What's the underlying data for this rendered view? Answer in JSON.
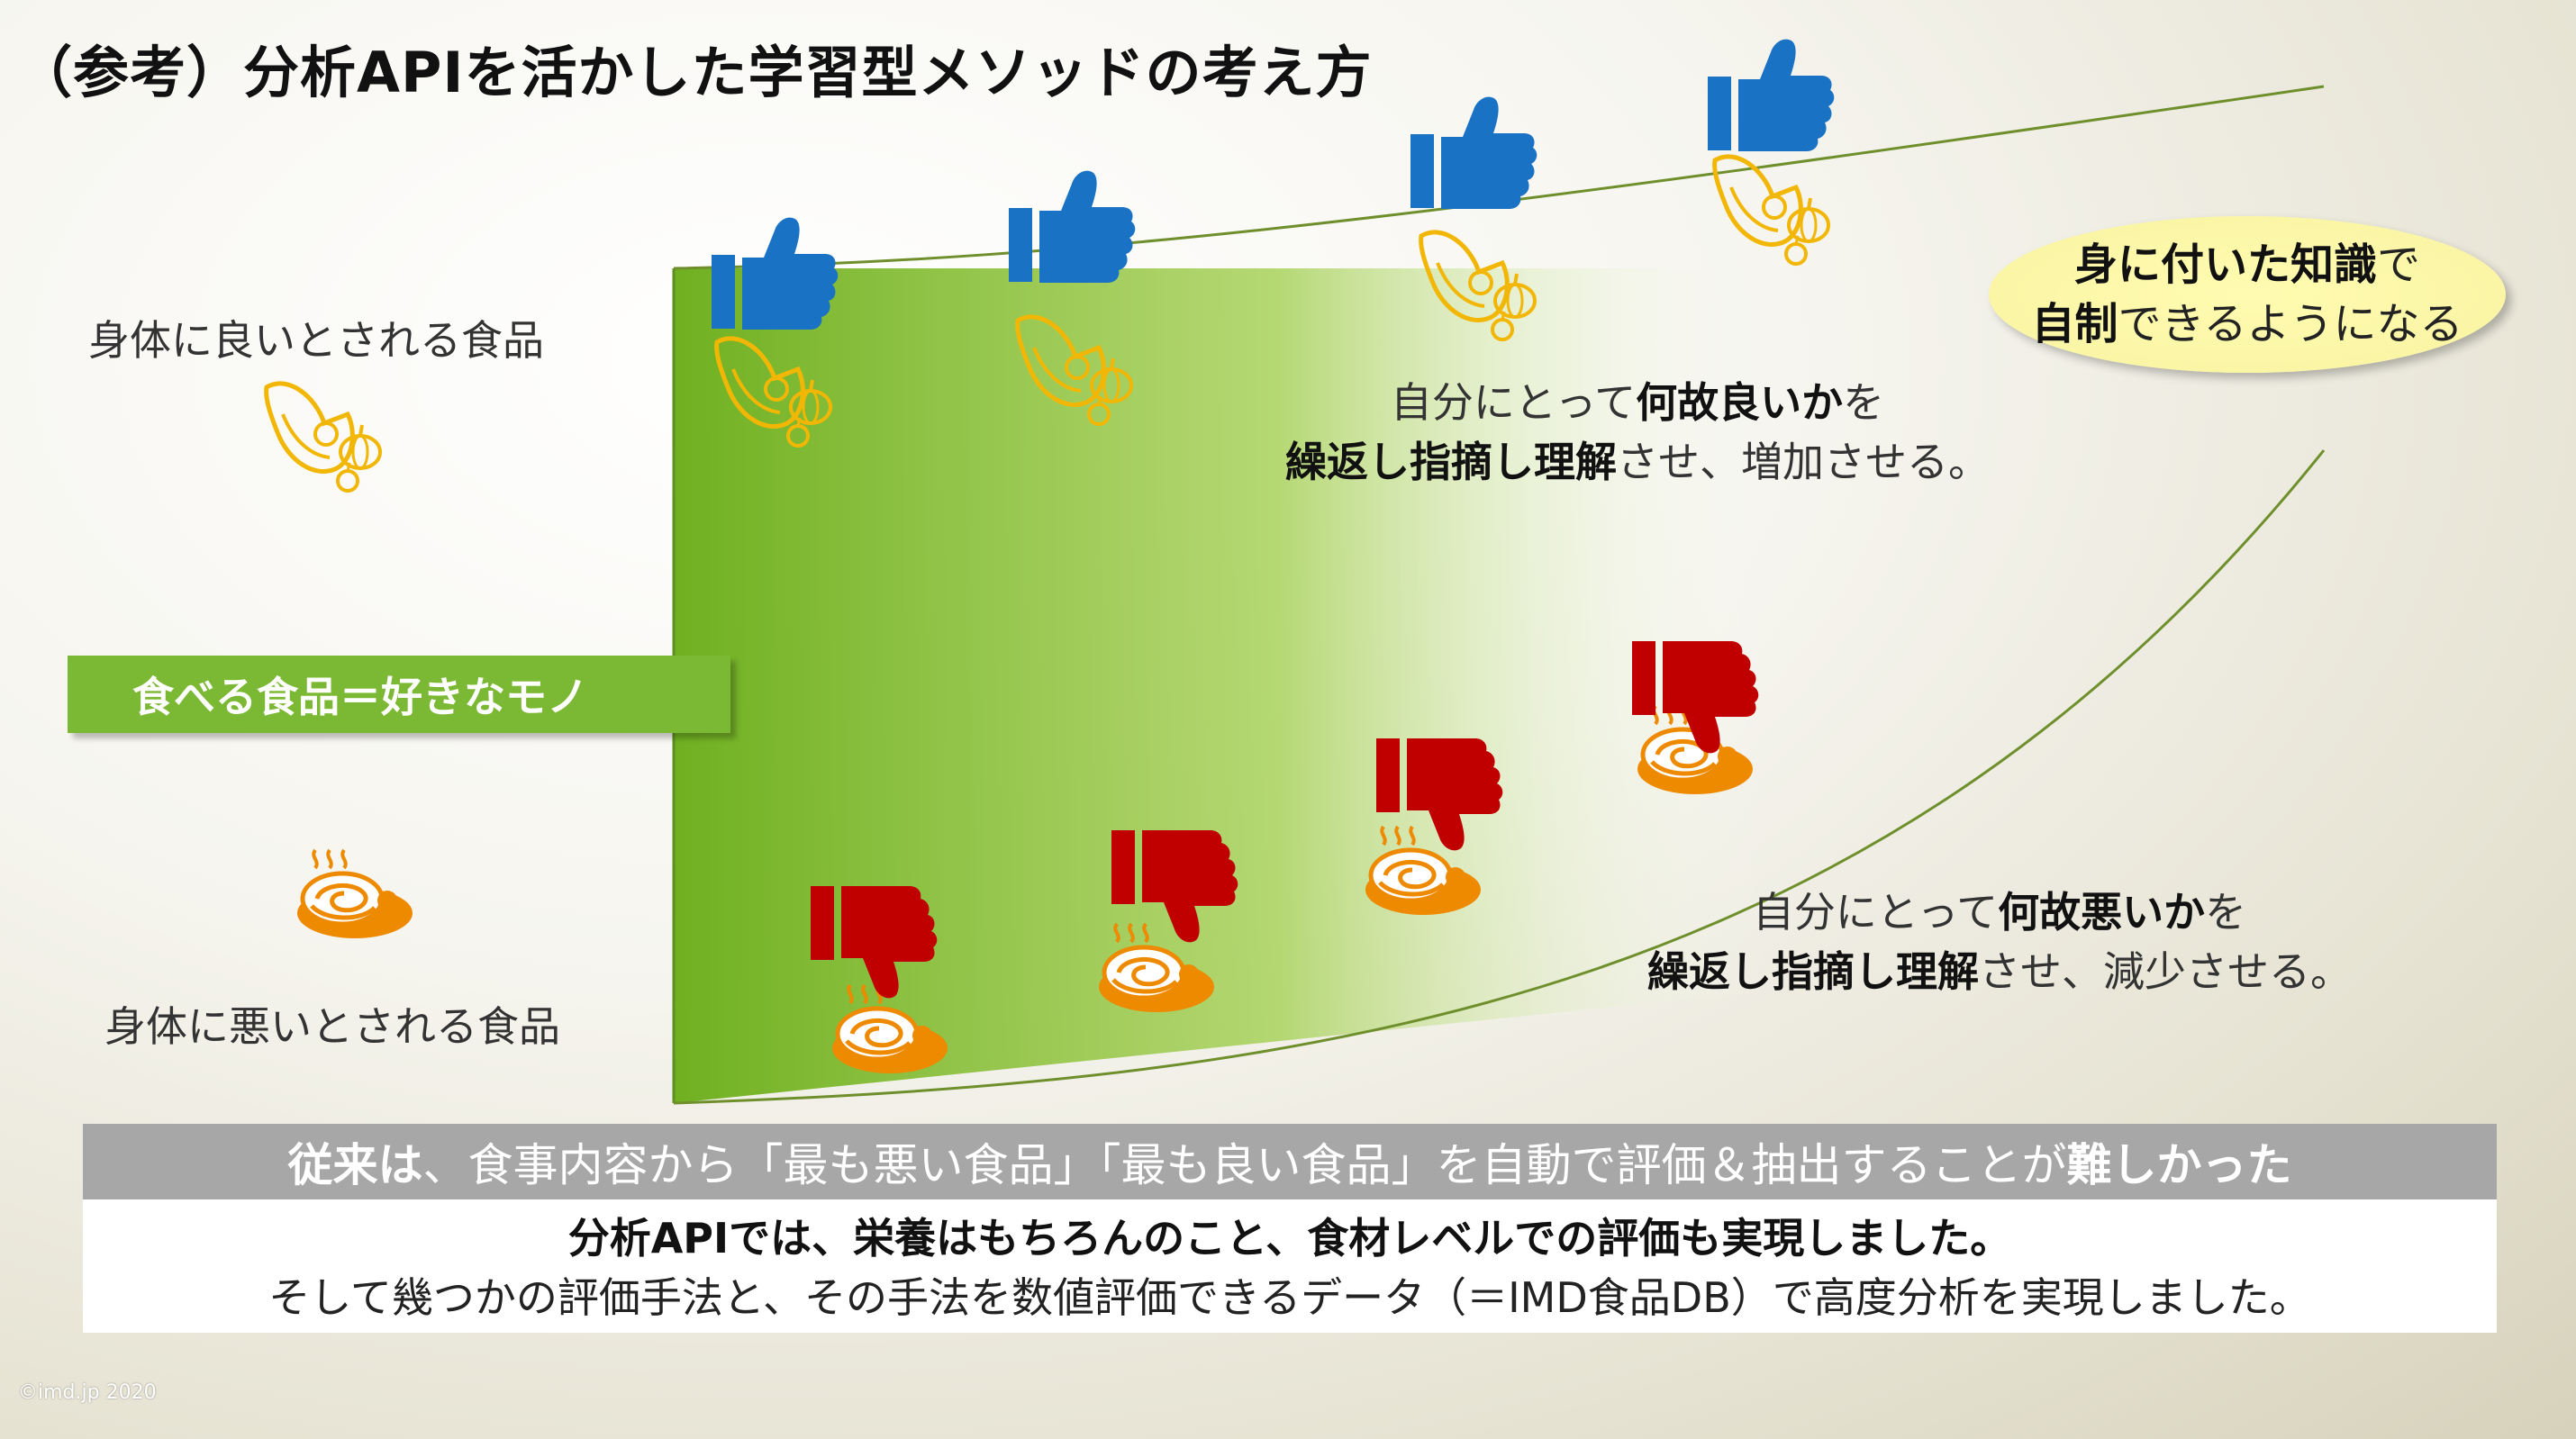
{
  "title": "（参考）分析APIを活かした学習型メソッドの考え方",
  "labels": {
    "good_food": "身体に良いとされる食品",
    "bad_food": "身体に悪いとされる食品",
    "center_bar": "食べる食品＝好きなモノ"
  },
  "good_desc": {
    "line1_pre": "自分にとって",
    "line1_bold": "何故良いか",
    "line1_post": "を",
    "line2_bold": "繰返し指摘し理解",
    "line2_post": "させ、増加させる。"
  },
  "bad_desc": {
    "line1_pre": "自分にとって",
    "line1_bold": "何故悪いか",
    "line1_post": "を",
    "line2_bold": "繰返し指摘し理解",
    "line2_post": "させ、減少させる。"
  },
  "knowledge": {
    "line1_bold": "身に付いた知識",
    "line1_post": "で",
    "line2_bold": "自制",
    "line2_post": "できるようになる"
  },
  "gray_band": {
    "bold1": "従来は",
    "text1": "、食事内容から「最も悪い食品」「最も良い食品」を自動で評価＆抽出することが",
    "bold2": "難しかった"
  },
  "white_box": {
    "line1": "分析APIでは、栄養はもちろんのこと、食材レベルでの評価も実現しました。",
    "line2": "そして幾つかの評価手法と、その手法を数値評価できるデータ（＝IMD食品DB）で高度分析を実現しました。"
  },
  "copyright": "©imd.jp 2020",
  "colors": {
    "thumb_up": "#1a72c4",
    "thumb_down": "#c00000",
    "cornucopia": "#f2b705",
    "pasta": "#ee8a00",
    "green": "#7bb834",
    "curve": "#6e8f2c"
  },
  "icons": {
    "good": "thumbs-up-icon",
    "bad": "thumbs-down-icon",
    "good_food": "cornucopia-icon",
    "bad_food": "pasta-plate-icon"
  }
}
